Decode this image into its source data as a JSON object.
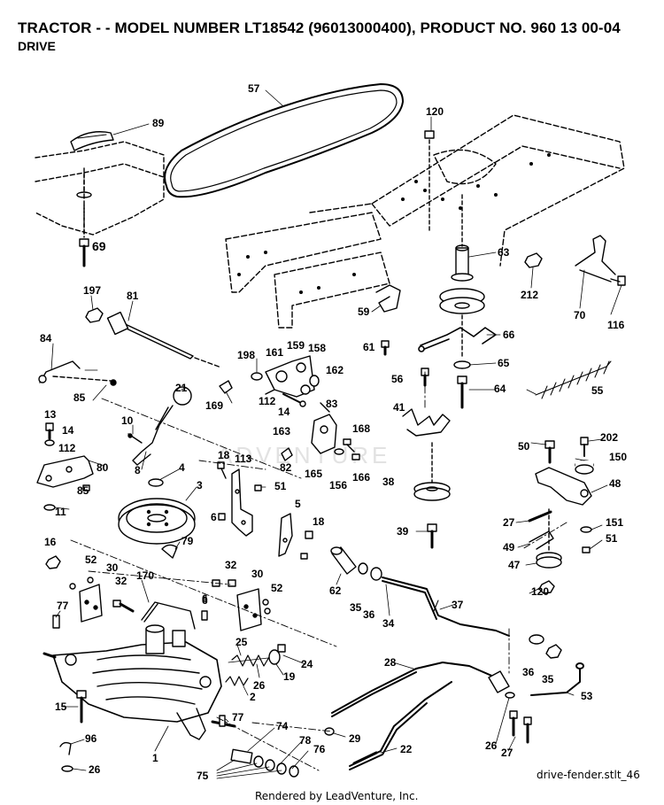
{
  "header": {
    "title": "TRACTOR - - MODEL NUMBER LT18542 (96013000400), PRODUCT NO. 960 13 00-04",
    "subtitle": "DRIVE"
  },
  "watermark": "ADVENTURE",
  "footer": {
    "rendered_by": "Rendered by LeadVenture, Inc.",
    "file_ref": "drive-fender.stlt_46"
  },
  "callouts": [
    "57",
    "89",
    "120",
    "69",
    "63",
    "212",
    "70",
    "116",
    "197",
    "81",
    "59",
    "61",
    "66",
    "84",
    "198",
    "161",
    "159",
    "158",
    "162",
    "65",
    "56",
    "64",
    "55",
    "85",
    "21",
    "169",
    "112",
    "14",
    "83",
    "41",
    "10",
    "163",
    "168",
    "13",
    "14",
    "112",
    "80",
    "8",
    "18",
    "113",
    "4",
    "82",
    "165",
    "156",
    "166",
    "38",
    "50",
    "202",
    "150",
    "48",
    "3",
    "51",
    "85",
    "11",
    "5",
    "6",
    "18",
    "27",
    "151",
    "51",
    "39",
    "49",
    "79",
    "16",
    "62",
    "47",
    "52",
    "30",
    "170",
    "32",
    "30",
    "6",
    "52",
    "32",
    "35",
    "36",
    "34",
    "120",
    "37",
    "77",
    "6",
    "25",
    "24",
    "19",
    "15",
    "2",
    "26",
    "28",
    "36",
    "35",
    "53",
    "96",
    "77",
    "74",
    "29",
    "26",
    "27",
    "1",
    "78",
    "76",
    "22",
    "26",
    "75"
  ]
}
